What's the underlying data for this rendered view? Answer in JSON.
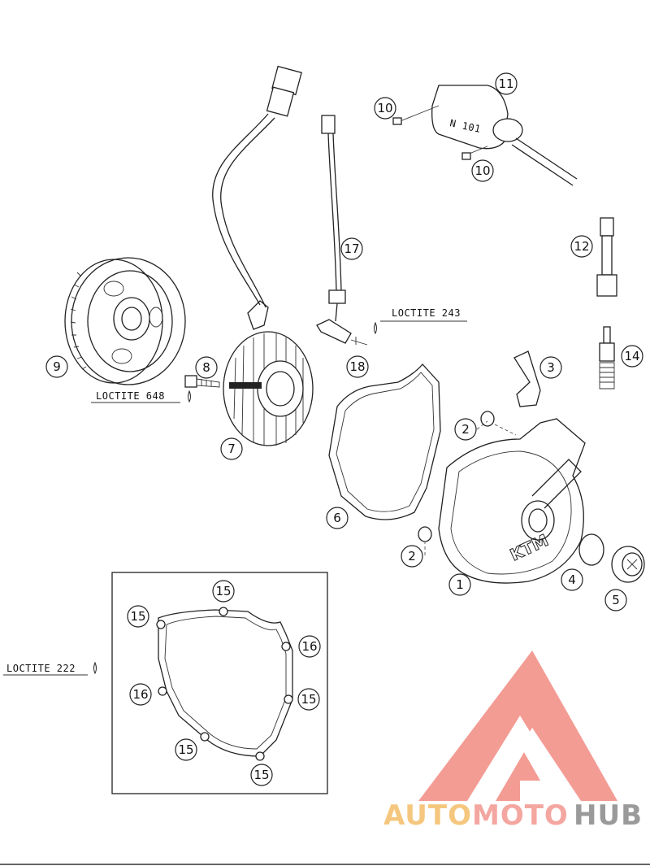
{
  "callouts": [
    {
      "id": "c1",
      "label": "1"
    },
    {
      "id": "c2a",
      "label": "2"
    },
    {
      "id": "c2b",
      "label": "2"
    },
    {
      "id": "c3",
      "label": "3"
    },
    {
      "id": "c4",
      "label": "4"
    },
    {
      "id": "c5",
      "label": "5"
    },
    {
      "id": "c6",
      "label": "6"
    },
    {
      "id": "c7",
      "label": "7"
    },
    {
      "id": "c8",
      "label": "8"
    },
    {
      "id": "c9",
      "label": "9"
    },
    {
      "id": "c10a",
      "label": "10"
    },
    {
      "id": "c10b",
      "label": "10"
    },
    {
      "id": "c11",
      "label": "11"
    },
    {
      "id": "c12",
      "label": "12"
    },
    {
      "id": "c14",
      "label": "14"
    },
    {
      "id": "c15a",
      "label": "15"
    },
    {
      "id": "c15b",
      "label": "15"
    },
    {
      "id": "c15c",
      "label": "15"
    },
    {
      "id": "c15d",
      "label": "15"
    },
    {
      "id": "c15e",
      "label": "15"
    },
    {
      "id": "c16a",
      "label": "16"
    },
    {
      "id": "c16b",
      "label": "16"
    },
    {
      "id": "c17",
      "label": "17"
    },
    {
      "id": "c18",
      "label": "18"
    }
  ],
  "loctite": {
    "l243": "LOCTITE 243",
    "l648": "LOCTITE 648",
    "l222": "LOCTITE 222"
  },
  "coil_marking": {
    "line1": "N 101"
  },
  "cover_logo": "KTM",
  "watermark": {
    "part1": "AUTO",
    "part2": "MOTO",
    "part3": "HUB",
    "color1": "#f5c77e",
    "color2": "#f4a6a0",
    "color3": "#9a9a9a",
    "logo_color": "#f28b82"
  }
}
